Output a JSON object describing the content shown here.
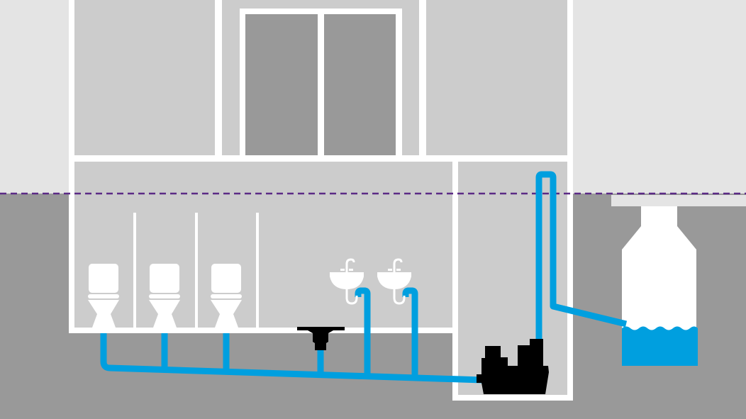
{
  "diagram": {
    "colors": {
      "sky": "#e4e4e4",
      "ground": "#999999",
      "room": "#cccccc",
      "wall": "#ffffff",
      "window_pane": "#999999",
      "pipe": "#009fdf",
      "water": "#009fdf",
      "pump": "#000000",
      "ground_level_line": "#5b2a86"
    },
    "elements": {
      "toilets": 3,
      "sinks": 2,
      "floor_drains": 1,
      "pumps": 1,
      "tanks": 1
    },
    "tank_fill_level": 0.27
  }
}
